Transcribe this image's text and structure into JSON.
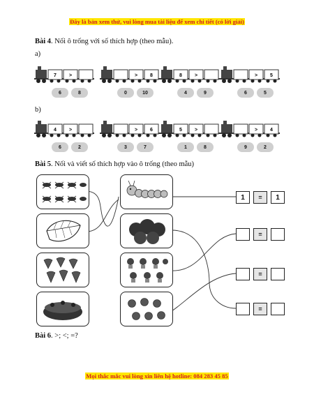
{
  "header_banner": "Đây là bản xem thử, vui lòng mua tài liệu để xem chi tiết (có lời giải)",
  "footer_banner": "Mọi thắc mắc vui lòng xin liên hệ hotline: 084 283 45 85",
  "bai4": {
    "title_bold": "Bài 4",
    "title_text": ". Nối ô trống với số thích hợp (theo mẫu).",
    "part_a": "a)",
    "part_b": "b)",
    "rows_a": [
      {
        "train": [
          "7",
          ">",
          ""
        ],
        "choices": [
          "6",
          "8"
        ]
      },
      {
        "train": [
          "",
          ">",
          "8"
        ],
        "choices": [
          "0",
          "10"
        ]
      },
      {
        "train": [
          "8",
          ">",
          ""
        ],
        "choices": [
          "4",
          "9"
        ]
      },
      {
        "train": [
          "",
          ">",
          "5"
        ],
        "choices": [
          "6",
          "5"
        ]
      }
    ],
    "rows_b": [
      {
        "train": [
          "4",
          ">",
          ""
        ],
        "choices": [
          "6",
          "2"
        ]
      },
      {
        "train": [
          "",
          ">",
          "6"
        ],
        "choices": [
          "3",
          "7"
        ]
      },
      {
        "train": [
          "5",
          ">",
          ""
        ],
        "choices": [
          "1",
          "8"
        ]
      },
      {
        "train": [
          "",
          ">",
          "4"
        ],
        "choices": [
          "9",
          "2"
        ]
      }
    ]
  },
  "bai5": {
    "title_bold": "Bài 5",
    "title_text": ". Nối và viết số thích hợp vào ô trống (theo mẫu)",
    "left_cards": [
      "bugs-icon",
      "leaf-icon",
      "strawberries-icon",
      "cake-icon"
    ],
    "mid_cards": [
      "caterpillar-icon",
      "apple-tree-icon",
      "flower-pots-icon",
      "apples-icon"
    ],
    "equations": [
      {
        "left": "1",
        "sign": "=",
        "right": "1"
      },
      {
        "left": "",
        "sign": "=",
        "right": ""
      },
      {
        "left": "",
        "sign": "=",
        "right": ""
      },
      {
        "left": "",
        "sign": "=",
        "right": ""
      }
    ]
  },
  "bai6": {
    "title_bold": "Bài 6",
    "title_text": ". >; <; =?"
  }
}
